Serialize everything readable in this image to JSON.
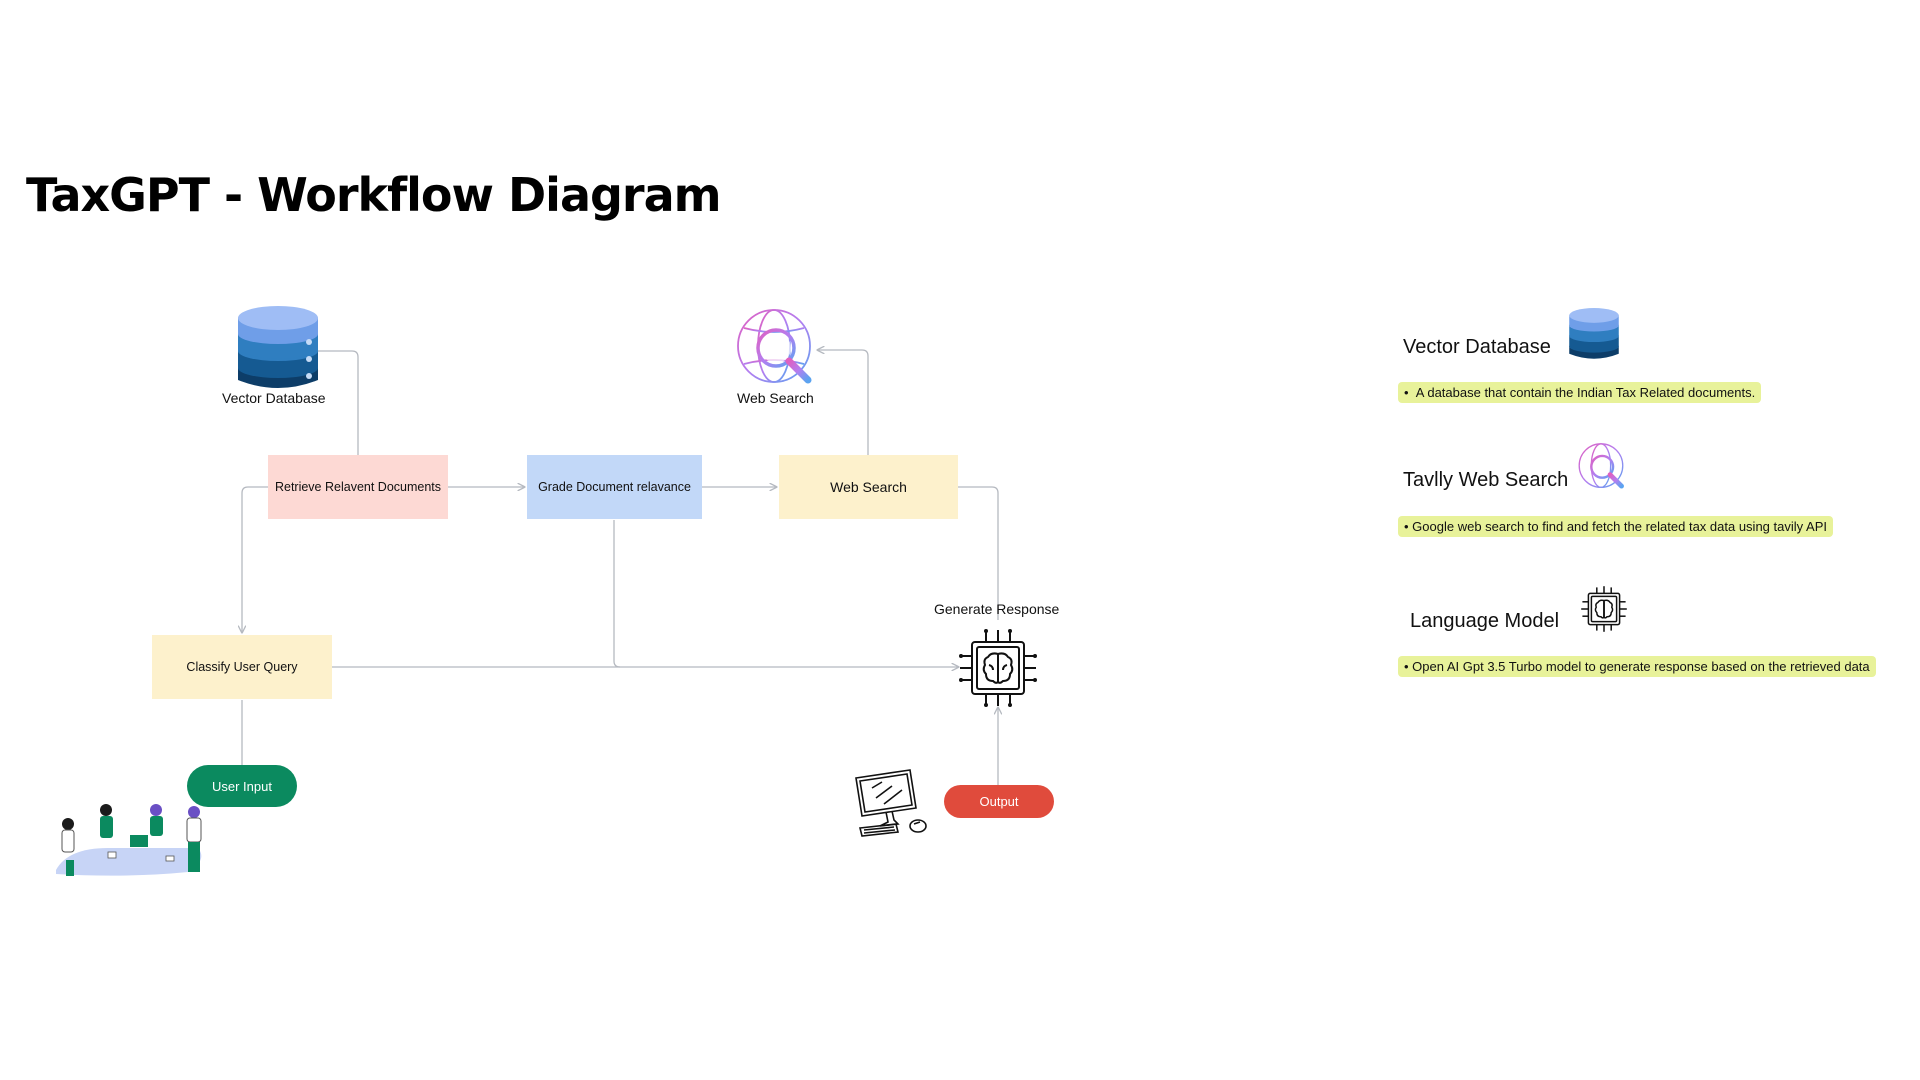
{
  "title": "TaxGPT - Workflow Diagram",
  "colors": {
    "retrieve_box": "#fdd9d4",
    "grade_box": "#c2d8f8",
    "websearch_box": "#fdf1cc",
    "classify_box": "#fdf1cc",
    "user_input_pill": "#0b8a5f",
    "output_pill": "#e04b3c",
    "legend_highlight": "#e8f29a",
    "connector": "#b5b9c0"
  },
  "diagram": {
    "vector_db_caption": "Vector Database",
    "web_search_caption": "Web Search",
    "retrieve": "Retrieve Relavent Documents",
    "grade": "Grade Document relavance",
    "web_search": "Web Search",
    "classify": "Classify User Query",
    "generate_caption": "Generate Response",
    "user_input": "User Input",
    "output": "Output"
  },
  "legend": {
    "items": [
      {
        "heading": "Vector Database",
        "icon": "database-icon",
        "note": "A database that contain the Indian Tax Related documents."
      },
      {
        "heading": "Tavlly Web Search",
        "icon": "web-search-icon",
        "note": "Google web search to find and fetch the related tax data using tavily API"
      },
      {
        "heading": "Language Model",
        "icon": "ai-chip-brain-icon",
        "note": "Open AI Gpt 3.5 Turbo model to generate response based on the retrieved data"
      }
    ]
  }
}
